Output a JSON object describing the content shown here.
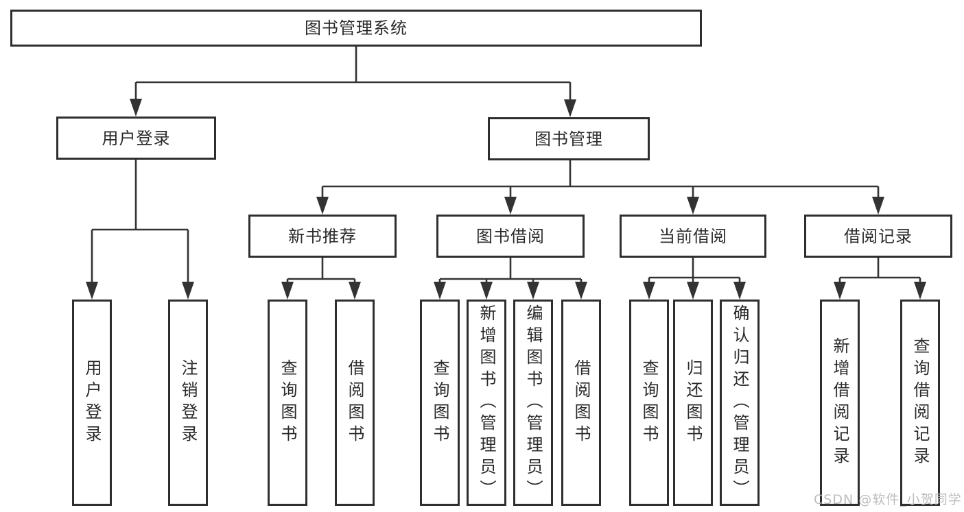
{
  "diagram": {
    "type": "hierarchy-tree",
    "root": "图书管理系统",
    "l1": [
      "用户登录",
      "图书管理"
    ],
    "l2": [
      "新书推荐",
      "图书借阅",
      "当前借阅",
      "借阅记录"
    ],
    "leaves": [
      "用户登录",
      "注销登录",
      "查询图书",
      "借阅图书",
      "查询图书",
      "新增图书（管理员）",
      "编辑图书（管理员）",
      "借阅图书",
      "查询图书",
      "归还图书",
      "确认归还（管理员）",
      "新增借阅记录",
      "查询借阅记录"
    ],
    "hierarchy": {
      "图书管理系统": {
        "用户登录": [
          "用户登录",
          "注销登录"
        ],
        "图书管理": {
          "新书推荐": [
            "查询图书",
            "借阅图书"
          ],
          "图书借阅": [
            "查询图书",
            "新增图书（管理员）",
            "编辑图书（管理员）",
            "借阅图书"
          ],
          "当前借阅": [
            "查询图书",
            "归还图书",
            "确认归还（管理员）"
          ],
          "借阅记录": [
            "新增借阅记录",
            "查询借阅记录"
          ]
        }
      }
    }
  },
  "watermark": "CSDN @软件_小贺同学",
  "colors": {
    "line": "#333333",
    "box_border": "#2e2e2e",
    "text": "#2a2a2a",
    "watermark": "#b9b9b9",
    "background": "#ffffff"
  }
}
